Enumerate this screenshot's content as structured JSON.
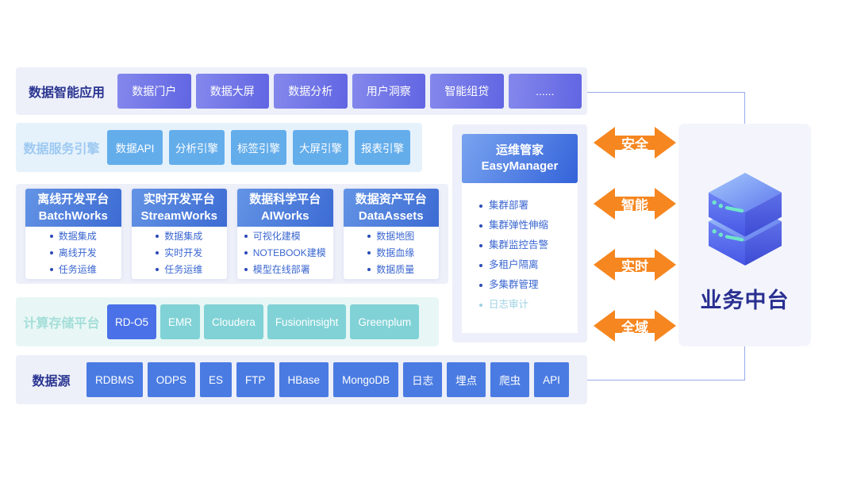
{
  "palette": {
    "app_chip": "#6F73E4",
    "service_chip": "#64ADEB",
    "platform_header_blue": "#4A79D6",
    "compute_chip_primary": "#4A71E8",
    "compute_chip_teal": "#80D2D6",
    "datasource_chip": "#4A7BE2",
    "arrow_orange": "#F6861F",
    "navy_text": "#2A3590",
    "bullet_text": "#3A66D0",
    "muted_feature_text": "#9ED2E2"
  },
  "apps_row": {
    "label": "数据智能应用",
    "items": [
      "数据门户",
      "数据大屏",
      "数据分析",
      "用户洞察",
      "智能组贷",
      "......"
    ]
  },
  "services_row": {
    "label": "数据服务引擎",
    "items": [
      "数据API",
      "分析引擎",
      "标签引擎",
      "大屏引擎",
      "报表引擎"
    ]
  },
  "platforms_row": {
    "cards": [
      {
        "title_cn": "离线开发平台",
        "title_en": "BatchWorks",
        "features": [
          "数据集成",
          "离线开发",
          "任务运维"
        ]
      },
      {
        "title_cn": "实时开发平台",
        "title_en": "StreamWorks",
        "features": [
          "数据集成",
          "实时开发",
          "任务运维"
        ]
      },
      {
        "title_cn": "数据科学平台",
        "title_en": "AIWorks",
        "features": [
          "可视化建模",
          "NOTEBOOK建模",
          "模型在线部署"
        ]
      },
      {
        "title_cn": "数据资产平台",
        "title_en": "DataAssets",
        "features": [
          "数据地图",
          "数据血缘",
          "数据质量"
        ]
      }
    ]
  },
  "compute_row": {
    "label": "计算存储平台",
    "items": [
      {
        "label": "RD-O5",
        "variant": "primary"
      },
      {
        "label": "EMR",
        "variant": "teal"
      },
      {
        "label": "Cloudera",
        "variant": "teal"
      },
      {
        "label": "Fusioninsight",
        "variant": "teal"
      },
      {
        "label": "Greenplum",
        "variant": "teal"
      }
    ]
  },
  "datasource_row": {
    "label": "数据源",
    "items": [
      "RDBMS",
      "ODPS",
      "ES",
      "FTP",
      "HBase",
      "MongoDB",
      "日志",
      "埋点",
      "爬虫",
      "API"
    ]
  },
  "easymanager": {
    "title_cn": "运维管家",
    "title_en": "EasyManager",
    "features": [
      {
        "label": "集群部署",
        "muted": false
      },
      {
        "label": "集群弹性伸缩",
        "muted": false
      },
      {
        "label": "集群监控告警",
        "muted": false
      },
      {
        "label": "多租户隔离",
        "muted": false
      },
      {
        "label": "多集群管理",
        "muted": false
      },
      {
        "label": "日志审计",
        "muted": true
      }
    ]
  },
  "arrows": [
    "安全",
    "智能",
    "实时",
    "全域"
  ],
  "business_platform": {
    "title": "业务中台",
    "icon": "server-stack-icon"
  }
}
